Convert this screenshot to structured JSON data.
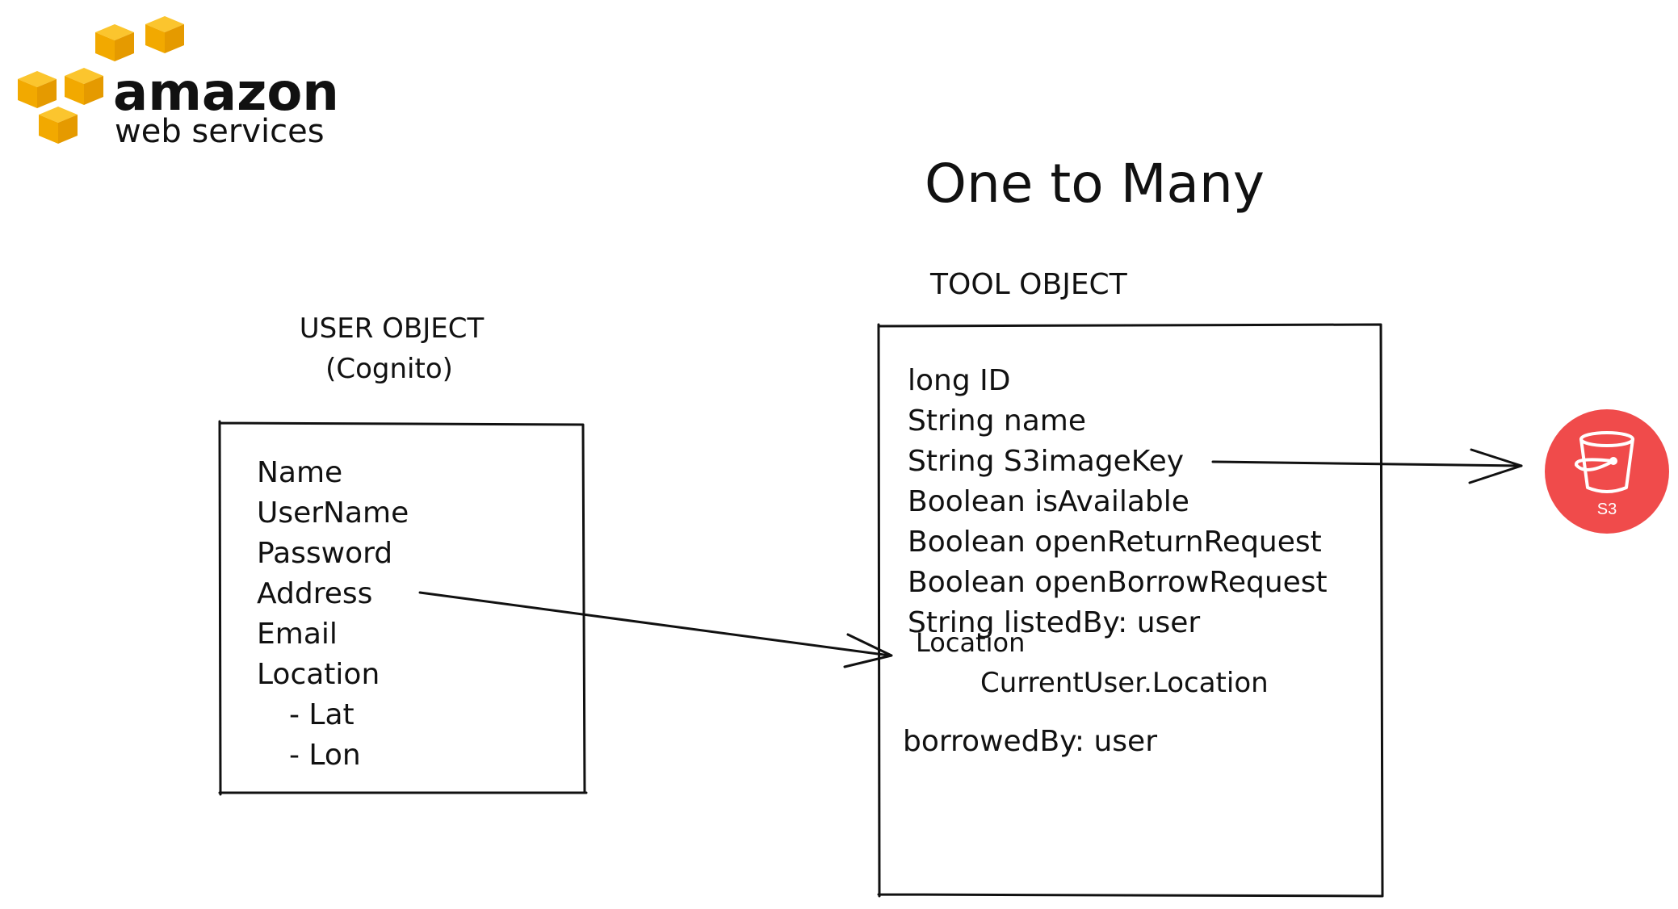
{
  "logo": {
    "line1": "amazon",
    "line2": "web services",
    "cube_color": "#F7B21A"
  },
  "title": "One to Many",
  "user_object": {
    "heading_line1": "USER OBJECT",
    "heading_line2": "(Cognito)",
    "fields": [
      "Name",
      "UserName",
      "Password",
      "Address",
      "Email",
      "Location",
      "- Lat",
      "- Lon"
    ]
  },
  "tool_object": {
    "heading": "TOOL OBJECT",
    "fields": [
      "long ID",
      "String name",
      "String S3imageKey",
      "Boolean isAvailable",
      "Boolean openReturnRequest",
      "Boolean openBorrowRequest",
      "String listedBy: user"
    ],
    "location_label": "Location",
    "location_value": "CurrentUser.Location",
    "borrowed_by": "borrowedBy: user"
  },
  "s3_badge": {
    "label": "S3",
    "color": "#F04B4B",
    "icon": "bucket-icon"
  },
  "connectors": [
    {
      "from": "Address",
      "to": "Location"
    },
    {
      "from": "String S3imageKey",
      "to": "S3"
    }
  ]
}
